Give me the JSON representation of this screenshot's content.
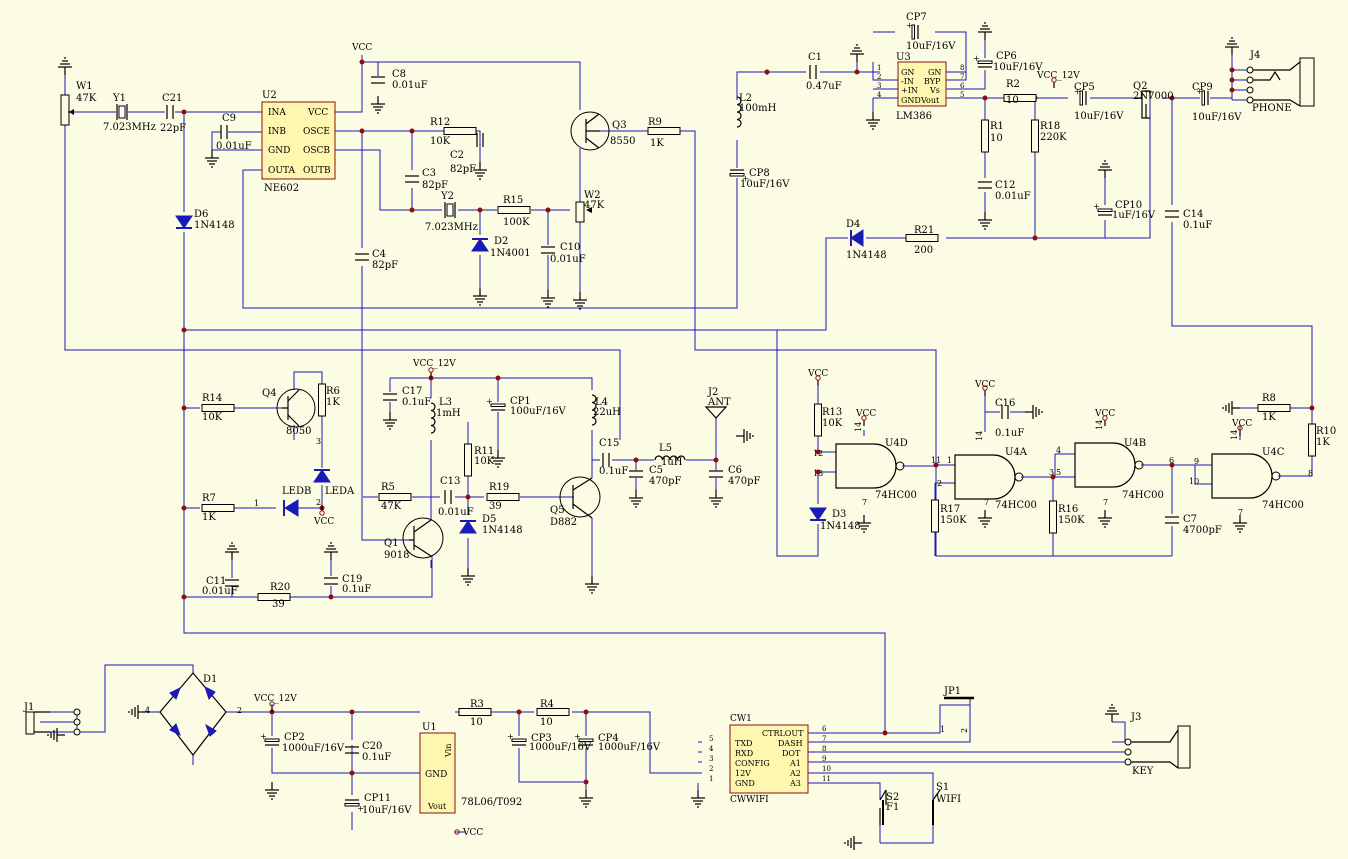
{
  "colors": {
    "background": "#fcfbe4",
    "wire": "#1a1ab4",
    "ic_fill": "#fff6b0",
    "ic_border": "#8a1010"
  },
  "power_labels": [
    {
      "id": "vcc_u2",
      "text": "VCC"
    },
    {
      "id": "vcc12_r2",
      "text": "VCC_12V"
    },
    {
      "id": "vcc12_l3",
      "text": "VCC_12V"
    },
    {
      "id": "vcc_q4",
      "text": "VCC"
    },
    {
      "id": "vcc_r13",
      "text": "VCC"
    },
    {
      "id": "vcc_u4d",
      "text": "VCC"
    },
    {
      "id": "vcc_c16",
      "text": "VCC"
    },
    {
      "id": "vcc_u4b",
      "text": "VCC"
    },
    {
      "id": "vcc_u4c",
      "text": "VCC"
    },
    {
      "id": "vcc12_d1",
      "text": "VCC_12V"
    },
    {
      "id": "vcc_u1",
      "text": "VCC"
    }
  ],
  "components": [
    {
      "id": "W1",
      "ref": "W1",
      "value": "47K"
    },
    {
      "id": "Y1",
      "ref": "Y1",
      "value": "7.023MHz"
    },
    {
      "id": "C21",
      "ref": "C21",
      "value": "22pF"
    },
    {
      "id": "C9",
      "ref": "C9",
      "value": "0.01uF"
    },
    {
      "id": "C8",
      "ref": "C8",
      "value": "0.01uF"
    },
    {
      "id": "R12",
      "ref": "R12",
      "value": "10K"
    },
    {
      "id": "C2",
      "ref": "C2",
      "value": "82pF"
    },
    {
      "id": "C3",
      "ref": "C3",
      "value": "82pF"
    },
    {
      "id": "Y2",
      "ref": "Y2",
      "value": "7.023MHz"
    },
    {
      "id": "R15",
      "ref": "R15",
      "value": "100K"
    },
    {
      "id": "D2",
      "ref": "D2",
      "value": "1N4001"
    },
    {
      "id": "C10",
      "ref": "C10",
      "value": "0.01uF"
    },
    {
      "id": "W2",
      "ref": "W2",
      "value": "47K"
    },
    {
      "id": "Q3",
      "ref": "Q3",
      "value": "8550"
    },
    {
      "id": "R9",
      "ref": "R9",
      "value": "1K"
    },
    {
      "id": "D6",
      "ref": "D6",
      "value": "1N4148"
    },
    {
      "id": "C4",
      "ref": "C4",
      "value": "82pF"
    },
    {
      "id": "L2",
      "ref": "L2",
      "value": "100mH"
    },
    {
      "id": "CP8",
      "ref": "CP8",
      "value": "10uF/16V"
    },
    {
      "id": "C1",
      "ref": "C1",
      "value": "0.47uF"
    },
    {
      "id": "CP7",
      "ref": "CP7",
      "value": "10uF/16V"
    },
    {
      "id": "CP6",
      "ref": "CP6",
      "value": "10uF/16V"
    },
    {
      "id": "R2",
      "ref": "R2",
      "value": "10"
    },
    {
      "id": "CP5",
      "ref": "CP5",
      "value": "10uF/16V"
    },
    {
      "id": "Q2",
      "ref": "Q2",
      "value": "2N7000"
    },
    {
      "id": "CP9",
      "ref": "CP9",
      "value": "10uF/16V"
    },
    {
      "id": "R1",
      "ref": "R1",
      "value": "10"
    },
    {
      "id": "R18",
      "ref": "R18",
      "value": "220K"
    },
    {
      "id": "C12",
      "ref": "C12",
      "value": "0.01uF"
    },
    {
      "id": "CP10",
      "ref": "CP10",
      "value": "1uF/16V"
    },
    {
      "id": "C14",
      "ref": "C14",
      "value": "0.1uF"
    },
    {
      "id": "D4",
      "ref": "D4",
      "value": "1N4148"
    },
    {
      "id": "R21",
      "ref": "R21",
      "value": "200"
    },
    {
      "id": "R14",
      "ref": "R14",
      "value": "10K"
    },
    {
      "id": "Q4",
      "ref": "Q4",
      "value": "8050"
    },
    {
      "id": "R6",
      "ref": "R6",
      "value": "1K"
    },
    {
      "id": "LEDA",
      "ref": "LEDA",
      "value": ""
    },
    {
      "id": "LEDB",
      "ref": "LEDB",
      "value": ""
    },
    {
      "id": "R7",
      "ref": "R7",
      "value": "1K"
    },
    {
      "id": "C17",
      "ref": "C17",
      "value": "0.1uF"
    },
    {
      "id": "L3",
      "ref": "L3",
      "value": "1mH"
    },
    {
      "id": "CP1",
      "ref": "CP1",
      "value": "100uF/16V"
    },
    {
      "id": "L4",
      "ref": "L4",
      "value": "22uH"
    },
    {
      "id": "R11",
      "ref": "R11",
      "value": "10K"
    },
    {
      "id": "R5",
      "ref": "R5",
      "value": "47K"
    },
    {
      "id": "C13",
      "ref": "C13",
      "value": "0.01uF"
    },
    {
      "id": "R19",
      "ref": "R19",
      "value": "39"
    },
    {
      "id": "D5",
      "ref": "D5",
      "value": "1N4148"
    },
    {
      "id": "Q1",
      "ref": "Q1",
      "value": "9018"
    },
    {
      "id": "Q5",
      "ref": "Q5",
      "value": "D882"
    },
    {
      "id": "C15",
      "ref": "C15",
      "value": "0.1uF"
    },
    {
      "id": "L5",
      "ref": "L5",
      "value": "1uH"
    },
    {
      "id": "C5",
      "ref": "C5",
      "value": "470pF"
    },
    {
      "id": "C6",
      "ref": "C6",
      "value": "470pF"
    },
    {
      "id": "J2",
      "ref": "J2",
      "value": "ANT"
    },
    {
      "id": "C11",
      "ref": "C11",
      "value": "0.01uF"
    },
    {
      "id": "R20",
      "ref": "R20",
      "value": "39"
    },
    {
      "id": "C19",
      "ref": "C19",
      "value": "0.1uF"
    },
    {
      "id": "R13",
      "ref": "R13",
      "value": "10K"
    },
    {
      "id": "D3",
      "ref": "D3",
      "value": "1N4148"
    },
    {
      "id": "C16",
      "ref": "C16",
      "value": "0.1uF"
    },
    {
      "id": "R17",
      "ref": "R17",
      "value": "150K"
    },
    {
      "id": "R16",
      "ref": "R16",
      "value": "150K"
    },
    {
      "id": "C7",
      "ref": "C7",
      "value": "4700pF"
    },
    {
      "id": "R8",
      "ref": "R8",
      "value": "1K"
    },
    {
      "id": "R10",
      "ref": "R10",
      "value": "1K"
    },
    {
      "id": "J4",
      "ref": "J4",
      "value": "PHONE"
    },
    {
      "id": "J1",
      "ref": "J1",
      "value": ""
    },
    {
      "id": "D1",
      "ref": "D1",
      "value": ""
    },
    {
      "id": "CP2",
      "ref": "CP2",
      "value": "1000uF/16V"
    },
    {
      "id": "C20",
      "ref": "C20",
      "value": "0.1uF"
    },
    {
      "id": "CP11",
      "ref": "CP11",
      "value": "10uF/16V"
    },
    {
      "id": "R3",
      "ref": "R3",
      "value": "10"
    },
    {
      "id": "R4",
      "ref": "R4",
      "value": "10"
    },
    {
      "id": "CP3",
      "ref": "CP3",
      "value": "1000uF/16V"
    },
    {
      "id": "CP4",
      "ref": "CP4",
      "value": "1000uF/16V"
    },
    {
      "id": "JP1",
      "ref": "JP1",
      "value": ""
    },
    {
      "id": "J3",
      "ref": "J3",
      "value": "KEY"
    },
    {
      "id": "S2",
      "ref": "S2",
      "value": "F1"
    },
    {
      "id": "S1",
      "ref": "S1",
      "value": "WIFI"
    }
  ],
  "ics": {
    "U2": {
      "ref": "U2",
      "part": "NE602",
      "pins_left": [
        "INA",
        "INB",
        "GND",
        "OUTA"
      ],
      "pins_right": [
        "VCC",
        "OSCE",
        "OSCB",
        "OUTB"
      ]
    },
    "U3": {
      "ref": "U3",
      "part": "LM386",
      "pins_left": [
        "GN",
        "-IN",
        "+IN",
        "GND"
      ],
      "pins_right": [
        "GN",
        "BYP",
        "Vs",
        "Vout"
      ],
      "pin_nums_left": [
        "1",
        "2",
        "3",
        "4"
      ],
      "pin_nums_right": [
        "8",
        "7",
        "6",
        "5"
      ]
    },
    "U1": {
      "ref": "U1",
      "part": "78L06/T092",
      "pins": [
        "Vin",
        "GND",
        "Vout"
      ]
    },
    "CW1": {
      "ref": "CW1",
      "part": "CWWIFI",
      "pins_left": [
        "TXD",
        "RXD",
        "CONFIG",
        "12V",
        "GND"
      ],
      "pins_right": [
        "CTRLOUT",
        "DASH",
        "DOT",
        "A1",
        "A2",
        "A3"
      ],
      "pin_nums_left": [
        "5",
        "4",
        "3",
        "2",
        "1"
      ],
      "pin_nums_right": [
        "6",
        "7",
        "8",
        "9",
        "10",
        "11"
      ]
    },
    "U4D": {
      "ref": "U4D",
      "part": "74HC00"
    },
    "U4A": {
      "ref": "U4A",
      "part": "74HC00"
    },
    "U4B": {
      "ref": "U4B",
      "part": "74HC00"
    },
    "U4C": {
      "ref": "U4C",
      "part": "74HC00"
    }
  },
  "pin_labels": [
    "1",
    "2",
    "3",
    "4",
    "5",
    "6",
    "7",
    "8",
    "9",
    "10",
    "11",
    "12",
    "13",
    "14"
  ]
}
